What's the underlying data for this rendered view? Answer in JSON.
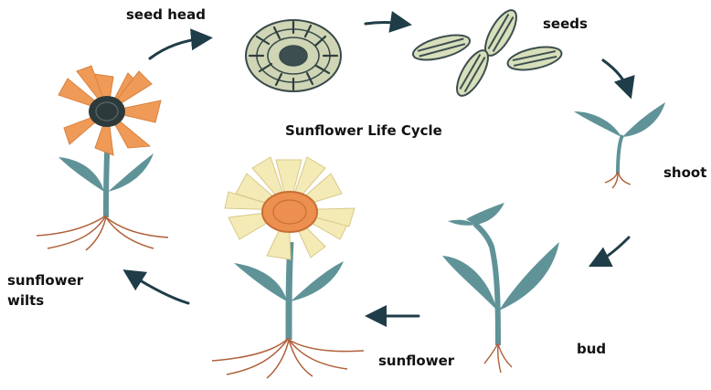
{
  "title": "Sunflower Life Cycle",
  "stages": {
    "seed_head": "seed head",
    "seeds": "seeds",
    "shoot": "shoot",
    "bud": "bud",
    "sunflower": "sunflower",
    "wilts_line1": "sunflower",
    "wilts_line2": "wilts"
  },
  "colors": {
    "stem": "#5f9398",
    "leaf": "#5f9398",
    "petal_orange": "#ef9a57",
    "petal_cream": "#f4eab5",
    "center_orange": "#ec8f4f",
    "center_dark": "#2d3a3c",
    "root": "#b0603a",
    "arrow": "#1f3d48",
    "seed_fill": "#d7dfbb",
    "seed_stripe": "#3d4e50"
  }
}
